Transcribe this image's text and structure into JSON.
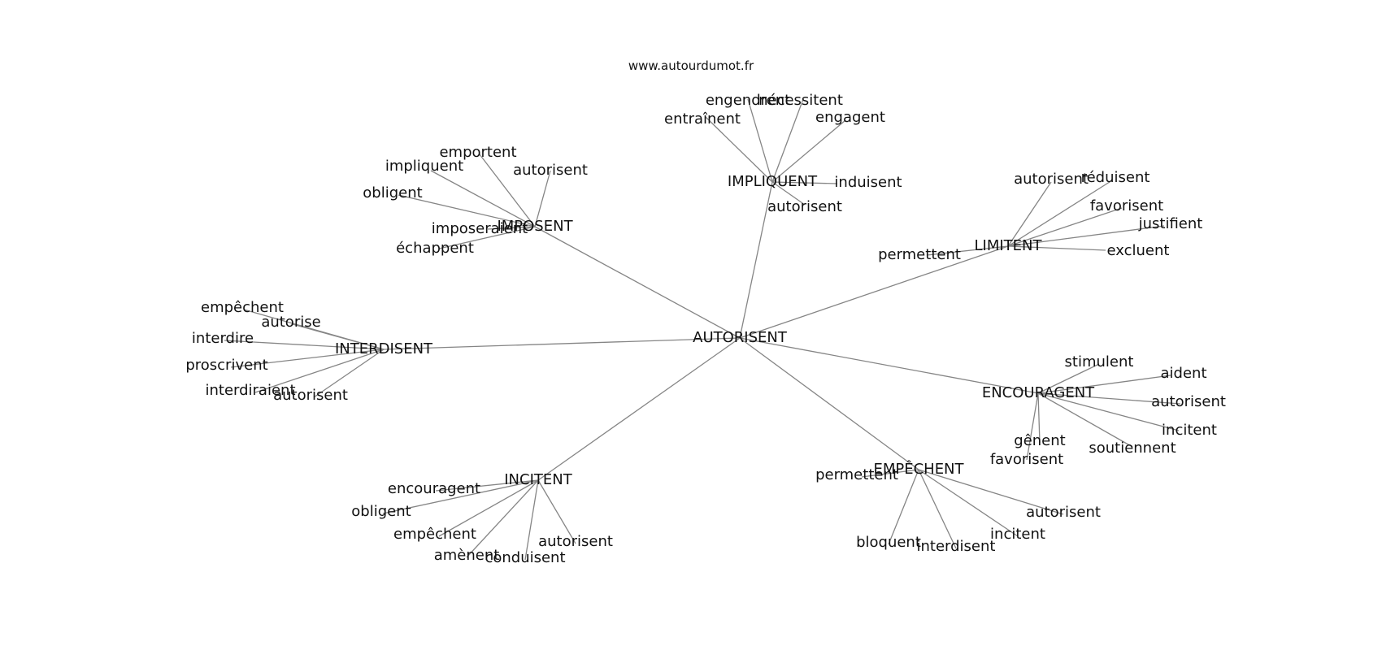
{
  "site": "www.autourdumot.fr",
  "center": "AUTORISENT",
  "clusters": [
    {
      "hub": "IMPLIQUENT",
      "words": [
        "entraînent",
        "engendrent",
        "nécessitent",
        "engagent",
        "induisent",
        "autorisent"
      ]
    },
    {
      "hub": "IMPOSENT",
      "words": [
        "emportent",
        "impliquent",
        "obligent",
        "autorisent",
        "imposeraient",
        "échappent"
      ]
    },
    {
      "hub": "LIMITENT",
      "words": [
        "autorisent",
        "réduisent",
        "favorisent",
        "justifient",
        "excluent",
        "permettent"
      ]
    },
    {
      "hub": "INTERDISENT",
      "words": [
        "empêchent",
        "autorise",
        "interdire",
        "proscrivent",
        "interdiraient",
        "autorisent"
      ]
    },
    {
      "hub": "ENCOURAGENT",
      "words": [
        "stimulent",
        "aident",
        "autorisent",
        "incitent",
        "soutiennent",
        "gênent",
        "favorisent"
      ]
    },
    {
      "hub": "INCITENT",
      "words": [
        "encouragent",
        "obligent",
        "empêchent",
        "amènent",
        "conduisent",
        "autorisent"
      ]
    },
    {
      "hub": "EMPÊCHENT",
      "words": [
        "permettent",
        "bloquent",
        "interdisent",
        "incitent",
        "autorisent"
      ]
    }
  ]
}
